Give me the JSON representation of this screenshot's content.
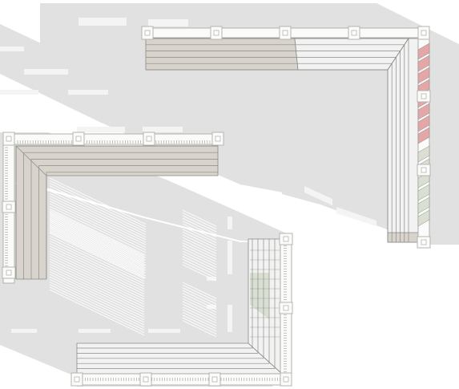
{
  "drawing": {
    "labels": [],
    "colors": {
      "background": "#ffffff",
      "shadow": "#e1e1e1",
      "shadow_streak": "#f4f4f4",
      "wall_tan": "#d8d3cc",
      "wall_light": "#f2f2f2",
      "wall_line": "#8b8b86",
      "frame_outline": "#a9a9a4",
      "frame_fill": "#fbfbfa",
      "bracket": "#b4b4b0",
      "tick": "#9a9a96",
      "accent_red": "#e3a7a7",
      "accent_green": "#d9e0d3",
      "hatch_line": "#ffffff"
    },
    "details": [
      {
        "id": "top-right",
        "wall_layers": 6,
        "frame_brackets": 5,
        "accent": "red-sawtooth"
      },
      {
        "id": "middle-left",
        "wall_layers": 5,
        "frame_brackets": 4,
        "accent": "none"
      },
      {
        "id": "bottom",
        "wall_layers": 6,
        "frame_brackets": 5,
        "accent": "green-panel"
      }
    ]
  }
}
